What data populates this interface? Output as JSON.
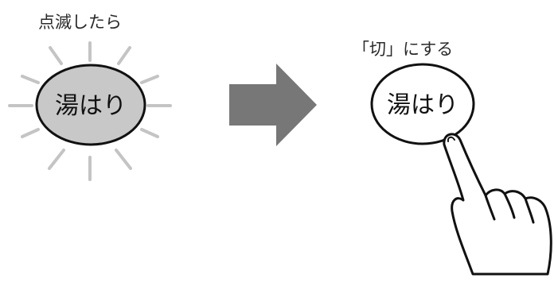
{
  "step1": {
    "caption": "点滅したら",
    "button_label": "湯はり"
  },
  "step2": {
    "caption": "「切」にする",
    "button_label": "湯はり"
  },
  "colors": {
    "button_lit": "#c8c8c8",
    "button_outline": "#111111",
    "rays": "#c4c4c4",
    "arrow": "#777777"
  },
  "icons": [
    "glow-rays-icon",
    "right-arrow-icon",
    "pointing-hand-icon"
  ]
}
